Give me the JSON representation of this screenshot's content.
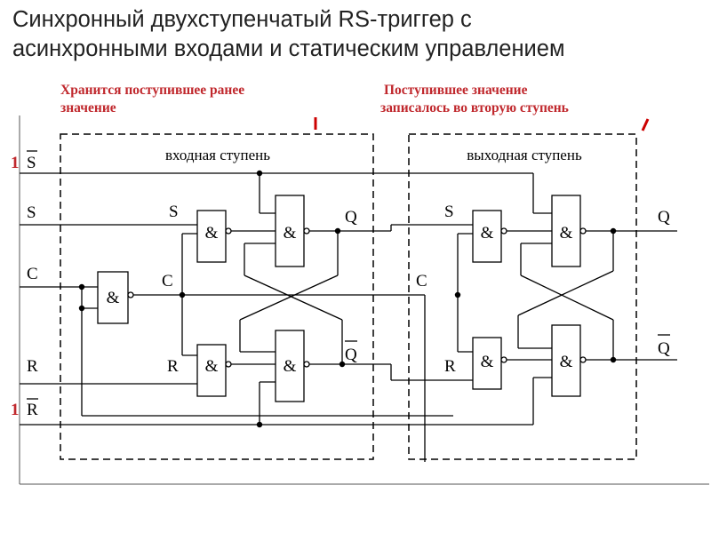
{
  "title_line1": "Синхронный двухступенчатый RS-триггер с",
  "title_line2": "асинхронными входами и статическим управлением",
  "note_left_line1": "Хранится поступившее ранее",
  "note_left_line2": "значение",
  "note_right_line1": "Поступившее значение",
  "note_right_line2": "записалось во вторую ступень",
  "stage_input": "входная ступень",
  "stage_output": "выходная ступень",
  "inputs": {
    "s_bar_level": "1",
    "s_bar": "S",
    "s": "S",
    "c": "C",
    "r": "R",
    "r_bar_level": "1",
    "r_bar": "R"
  },
  "gate_symbol": "&",
  "labels": {
    "s1": "S",
    "c1": "C",
    "r1": "R",
    "q1": "Q",
    "q1_bar": "Q",
    "s2": "S",
    "c2": "C",
    "r2": "R",
    "q2": "Q",
    "q2_bar": "Q"
  },
  "colors": {
    "title": "#222222",
    "notes": "#c0282d",
    "wire": "#000000",
    "marker": "#cc0000"
  }
}
